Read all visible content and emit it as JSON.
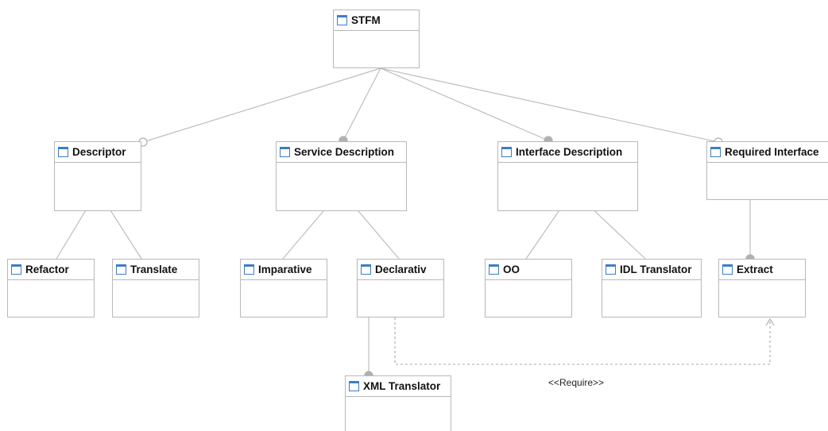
{
  "features": [
    {
      "id": "stfm",
      "label": "STFM"
    },
    {
      "id": "descriptor",
      "label": "Descriptor"
    },
    {
      "id": "service",
      "label": "Service Description"
    },
    {
      "id": "interface",
      "label": "Interface Description"
    },
    {
      "id": "required",
      "label": "Required Interface"
    },
    {
      "id": "refactor",
      "label": "Refactor"
    },
    {
      "id": "translate",
      "label": "Translate"
    },
    {
      "id": "imparative",
      "label": "Imparative"
    },
    {
      "id": "declarativ",
      "label": "Declarativ"
    },
    {
      "id": "oo",
      "label": "OO"
    },
    {
      "id": "idl",
      "label": "IDL Translator"
    },
    {
      "id": "extract",
      "label": "Extract"
    },
    {
      "id": "xml",
      "label": "XML Translator"
    }
  ],
  "relations": [
    {
      "from": "stfm",
      "to": "descriptor",
      "kind": "optional"
    },
    {
      "from": "stfm",
      "to": "service",
      "kind": "mandatory"
    },
    {
      "from": "stfm",
      "to": "interface",
      "kind": "mandatory"
    },
    {
      "from": "stfm",
      "to": "required",
      "kind": "optional"
    },
    {
      "group": "alternative",
      "parent": "descriptor",
      "children": [
        "refactor",
        "translate"
      ]
    },
    {
      "group": "alternative",
      "parent": "service",
      "children": [
        "imparative",
        "declarativ"
      ]
    },
    {
      "group": "alternative",
      "parent": "interface",
      "children": [
        "oo",
        "idl"
      ]
    },
    {
      "from": "required",
      "to": "extract",
      "kind": "mandatory"
    },
    {
      "from": "declarativ",
      "to": "xml",
      "kind": "mandatory"
    },
    {
      "from": "declarativ",
      "to": "extract",
      "kind": "require",
      "label": "<<Require>>"
    }
  ],
  "colors": {
    "line": "#bdbdbd",
    "marker_fill": "#b0b0b0",
    "dashed": "#a8a8a8",
    "icon": "#3d7cc9",
    "border": "#b8b8b8"
  }
}
